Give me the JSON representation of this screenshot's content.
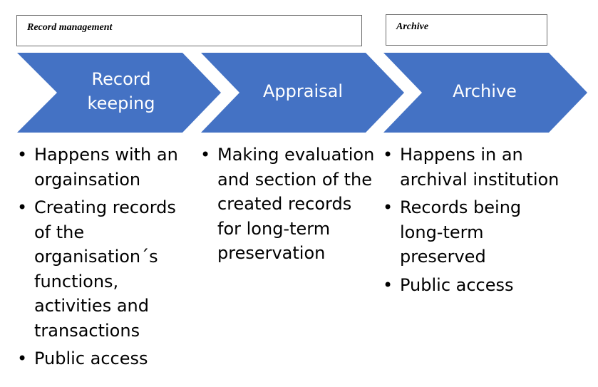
{
  "phases": [
    {
      "label": "Record management"
    },
    {
      "label": "Archive"
    }
  ],
  "colors": {
    "chevron": "#4472c4",
    "chevron_text": "#ffffff",
    "box_border": "#6b6b6b",
    "text": "#000000"
  },
  "steps": [
    {
      "label": "Record\nkeeping",
      "bullets": [
        "Happens with an orgainsation",
        "Creating records of the organisation´s functions, activities and transactions",
        "Public access"
      ]
    },
    {
      "label": "Appraisal",
      "bullets": [
        "Making evaluation and section of the created records for long-term preservation"
      ]
    },
    {
      "label": "Archive",
      "bullets": [
        "Happens in an archival institution",
        "Records being long-term preserved",
        "Public access"
      ]
    }
  ]
}
